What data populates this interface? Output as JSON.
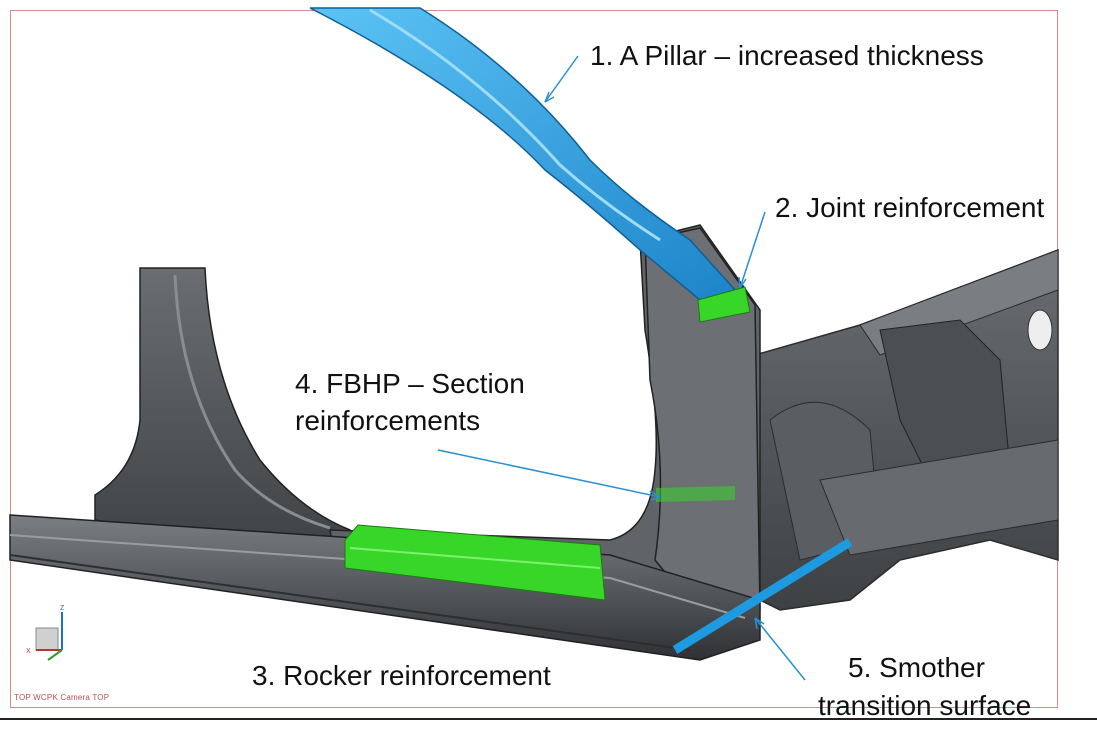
{
  "annotations": {
    "a_pillar": "1. A Pillar – increased thickness",
    "joint": "2. Joint reinforcement",
    "rocker": "3. Rocker reinforcement",
    "fbhp_line1": "4. FBHP – Section",
    "fbhp_line2": "reinforcements",
    "smother_line1": "5. Smother",
    "smother_line2": "transition surface"
  },
  "viewport": {
    "camera_label": "TOP WCPK Camera TOP",
    "axis_z": "Z",
    "axis_x": "X"
  },
  "colors": {
    "a_pillar_part": "#2fa4e7",
    "reinforcement_part": "#39d62a",
    "body_structure": "#55585c",
    "transition_marker": "#1e9be0",
    "callout_line": "#2a8fd0",
    "viewport_border": "#d88a8a"
  }
}
